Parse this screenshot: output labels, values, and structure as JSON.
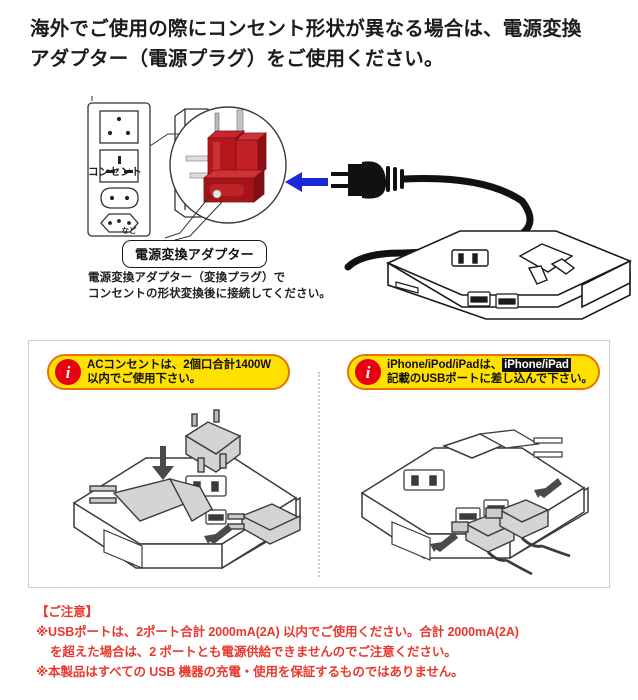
{
  "header": {
    "line1": "海外でご使用の際にコンセント形状が異なる場合は、電源変換",
    "line2": "アダプター（電源プラグ）をご使用ください。"
  },
  "top_diagram": {
    "outlet_label": "コンセント",
    "outlet_etc_label": "など",
    "adapter_callout_label": "電源変換アダプター",
    "caption_line1": "電源変換アダプター（変換プラグ）で",
    "caption_line2": "コンセントの形状変換後に接続してください。",
    "arrow_icon": "blue-left-arrow",
    "magnifier_icon": "circle-magnifier",
    "adapter_color": "#b5171c",
    "cable_color": "#111111",
    "arrow_color": "#1b28d8"
  },
  "callouts": [
    {
      "icon": "info-icon",
      "icon_glyph": "i",
      "line1": "ACコンセントは、2個口合計1400W",
      "line2": "以内でご使用下さい。",
      "bg_color": "#ffe000",
      "border_color": "#e8730a",
      "icon_color": "#e60012"
    },
    {
      "icon": "info-icon",
      "icon_glyph": "i",
      "line1_pre": "iPhone/iPod/iPadは、",
      "line1_highlight": "iPhone/iPad",
      "line2": "記載のUSBポートに差し込んで下さい。",
      "bg_color": "#ffe000",
      "border_color": "#e8730a",
      "icon_color": "#e60012"
    }
  ],
  "panels": {
    "left_panel_name": "ac-outlet-usage-illustration",
    "right_panel_name": "usb-port-usage-illustration",
    "divider_style": "dotted"
  },
  "notice": {
    "heading": "【ご注意】",
    "line1": "※USBポートは、2ポート合計 2000mA(2A) 以内でご使用ください。合計 2000mA(2A)",
    "line2": "を超えた場合は、2 ポートとも電源供給できませんのでご注意ください。",
    "line3": "※本製品はすべての USB 機器の充電・使用を保証するものではありません。",
    "color": "#e7392e"
  }
}
